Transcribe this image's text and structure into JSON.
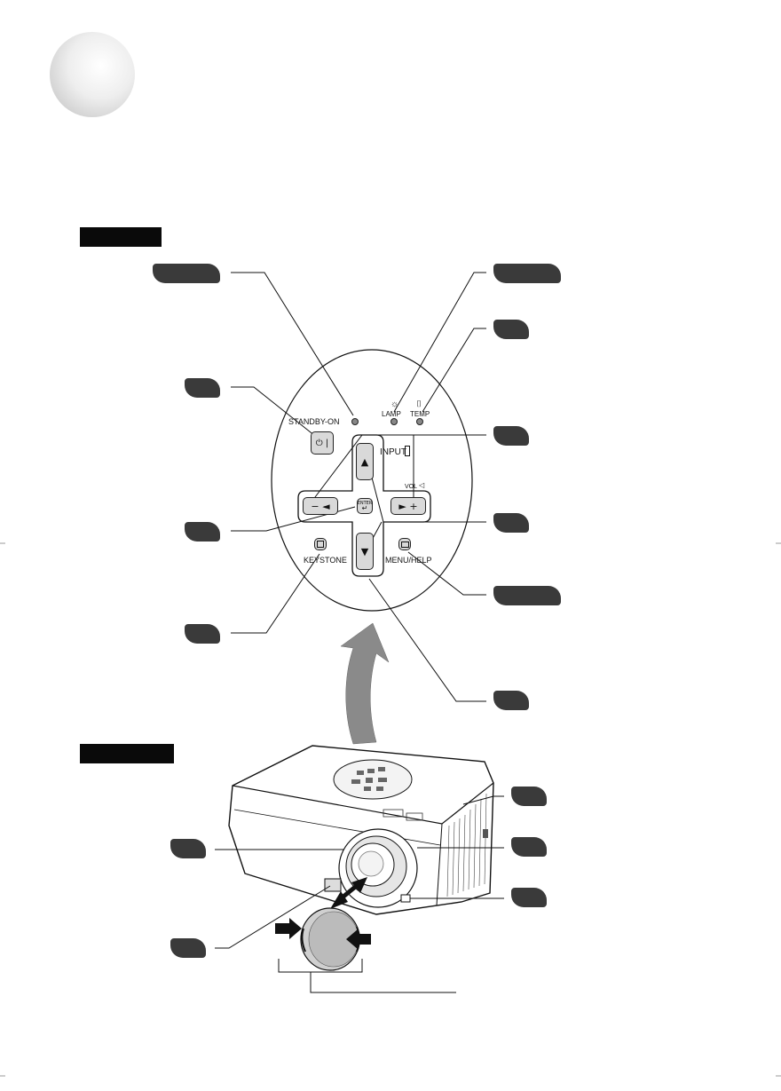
{
  "panel": {
    "standby_on": "STANDBY-ON",
    "lamp": "LAMP",
    "temp": "TEMP",
    "input": "INPUT",
    "vol": "VOL",
    "enter": "ENTER",
    "keystone": "KEYSTONE",
    "menu_help": "MENU/HELP",
    "minus_left": "− ◄",
    "plus_right": "► +",
    "power_symbol": "⏻ |",
    "up": "▲",
    "down": "▼",
    "enter_arrow": "↵"
  },
  "icons": {
    "power": "power-icon",
    "lamp": "lamp-icon",
    "temp": "thermometer-icon",
    "enter": "enter-icon",
    "keystone": "keystone-icon",
    "menu": "menu-icon",
    "up": "arrow-up-icon",
    "down": "arrow-down-icon"
  },
  "colors": {
    "tab": "#3a3a3a",
    "header_bar": "#0a0a0a",
    "button": "#d9d9d9",
    "arrow": "#8a8a8a"
  }
}
